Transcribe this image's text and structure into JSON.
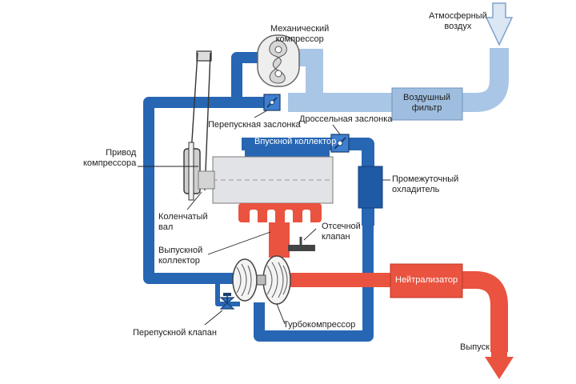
{
  "labels": {
    "mech_compressor": [
      "Механический",
      "компрессор"
    ],
    "atm_air": [
      "Атмосферный",
      "воздух"
    ],
    "air_filter": [
      "Воздушный",
      "фильтр"
    ],
    "bypass_damper": "Перепускная заслонка",
    "throttle": "Дроссельная заслонка",
    "intake_manifold": "Впускной коллектор",
    "compressor_drive": [
      "Привод",
      "компрессора"
    ],
    "intercooler": [
      "Промежуточный",
      "охладитель"
    ],
    "crankshaft": [
      "Коленчатый",
      "вал"
    ],
    "exhaust_manifold": [
      "Выпускной",
      "коллектор"
    ],
    "cutoff_valve": [
      "Отсечной",
      "клапан"
    ],
    "catalyst": "Нейтрализатор",
    "turbo": "Турбокомпрессор",
    "bypass_valve": "Перепускной клапан",
    "exhaust": "Выпуск"
  },
  "colors": {
    "dark_blue": "#2766b3",
    "light_blue": "#a9c6e6",
    "red": "#e9533f",
    "engine_gray": "#e2e3e6",
    "cooler": "#1e5aa6",
    "valve": "#3f7fd0",
    "text": "#1e1e1e"
  }
}
